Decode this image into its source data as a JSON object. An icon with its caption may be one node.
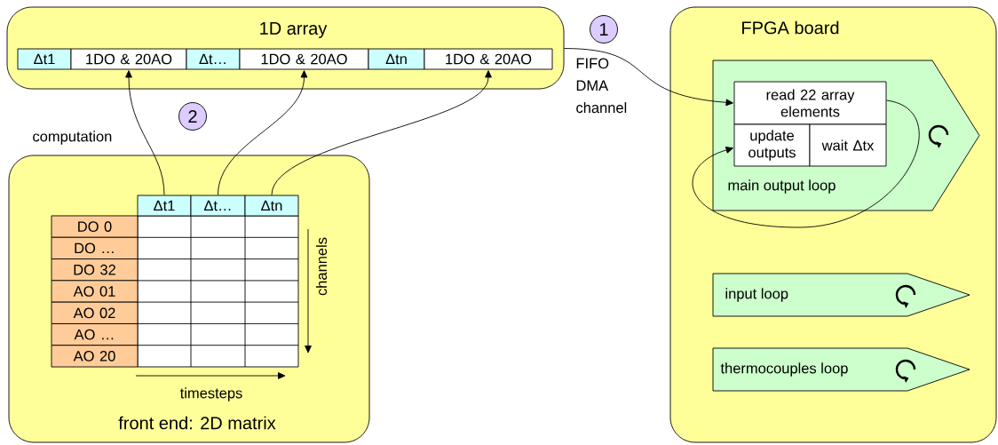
{
  "diagram": {
    "nodes": [
      {
        "text": [
          "1D array"
        ]
      },
      {
        "text": [
          "Δt1"
        ],
        "in": 0
      },
      {
        "text": [
          "1DO & 20AO"
        ],
        "in": 0
      },
      {
        "text": [
          "Δt…"
        ],
        "in": 0
      },
      {
        "text": [
          "1DO & 20AO"
        ],
        "in": 0
      },
      {
        "text": [
          "Δtn"
        ],
        "in": 0
      },
      {
        "text": [
          "1DO & 20AO"
        ],
        "in": 0
      },
      {
        "text": [
          "FPGA board"
        ]
      },
      {
        "text": [
          "main output loop"
        ],
        "in": 7
      },
      {
        "text": [
          "read 22 array elements"
        ],
        "in": 8
      },
      {
        "text": [
          "update outputs"
        ],
        "in": 8
      },
      {
        "text": [
          "wait Δtx"
        ],
        "in": 8
      },
      {
        "text": [
          "input loop"
        ],
        "in": 7
      },
      {
        "text": [
          "thermocouples loop"
        ],
        "in": 7
      },
      {
        "text": [
          "front end: 2D matrix"
        ]
      },
      {
        "text": [
          "Δt1"
        ],
        "in": 14
      },
      {
        "text": [
          "Δt…"
        ],
        "in": 14
      },
      {
        "text": [
          "Δtn"
        ],
        "in": 14
      },
      {
        "text": [
          "DO 0"
        ],
        "in": 14
      },
      {
        "text": [
          "DO …"
        ],
        "in": 14
      },
      {
        "text": [
          "DO 32"
        ],
        "in": 14
      },
      {
        "text": [
          "AO 01"
        ],
        "in": 14
      },
      {
        "text": [
          "AO 02"
        ],
        "in": 14
      },
      {
        "text": [
          "AO …"
        ],
        "in": 14
      },
      {
        "text": [
          "AO 20"
        ],
        "in": 14
      },
      {
        "text": [
          "1"
        ]
      },
      {
        "text": [
          "2"
        ]
      }
    ],
    "edges": [
      {
        "from": 15,
        "to": 2,
        "arrow": "to"
      },
      {
        "from": 16,
        "to": 4,
        "arrow": "to"
      },
      {
        "from": 17,
        "to": 6,
        "arrow": "to"
      },
      {
        "from": 0,
        "to": 9,
        "arrow": "to"
      },
      {
        "from": 9,
        "to": 10,
        "arrow": "to"
      }
    ],
    "labels": [
      "FIFO DMA channel",
      "computation",
      "channels",
      "timesteps"
    ]
  }
}
